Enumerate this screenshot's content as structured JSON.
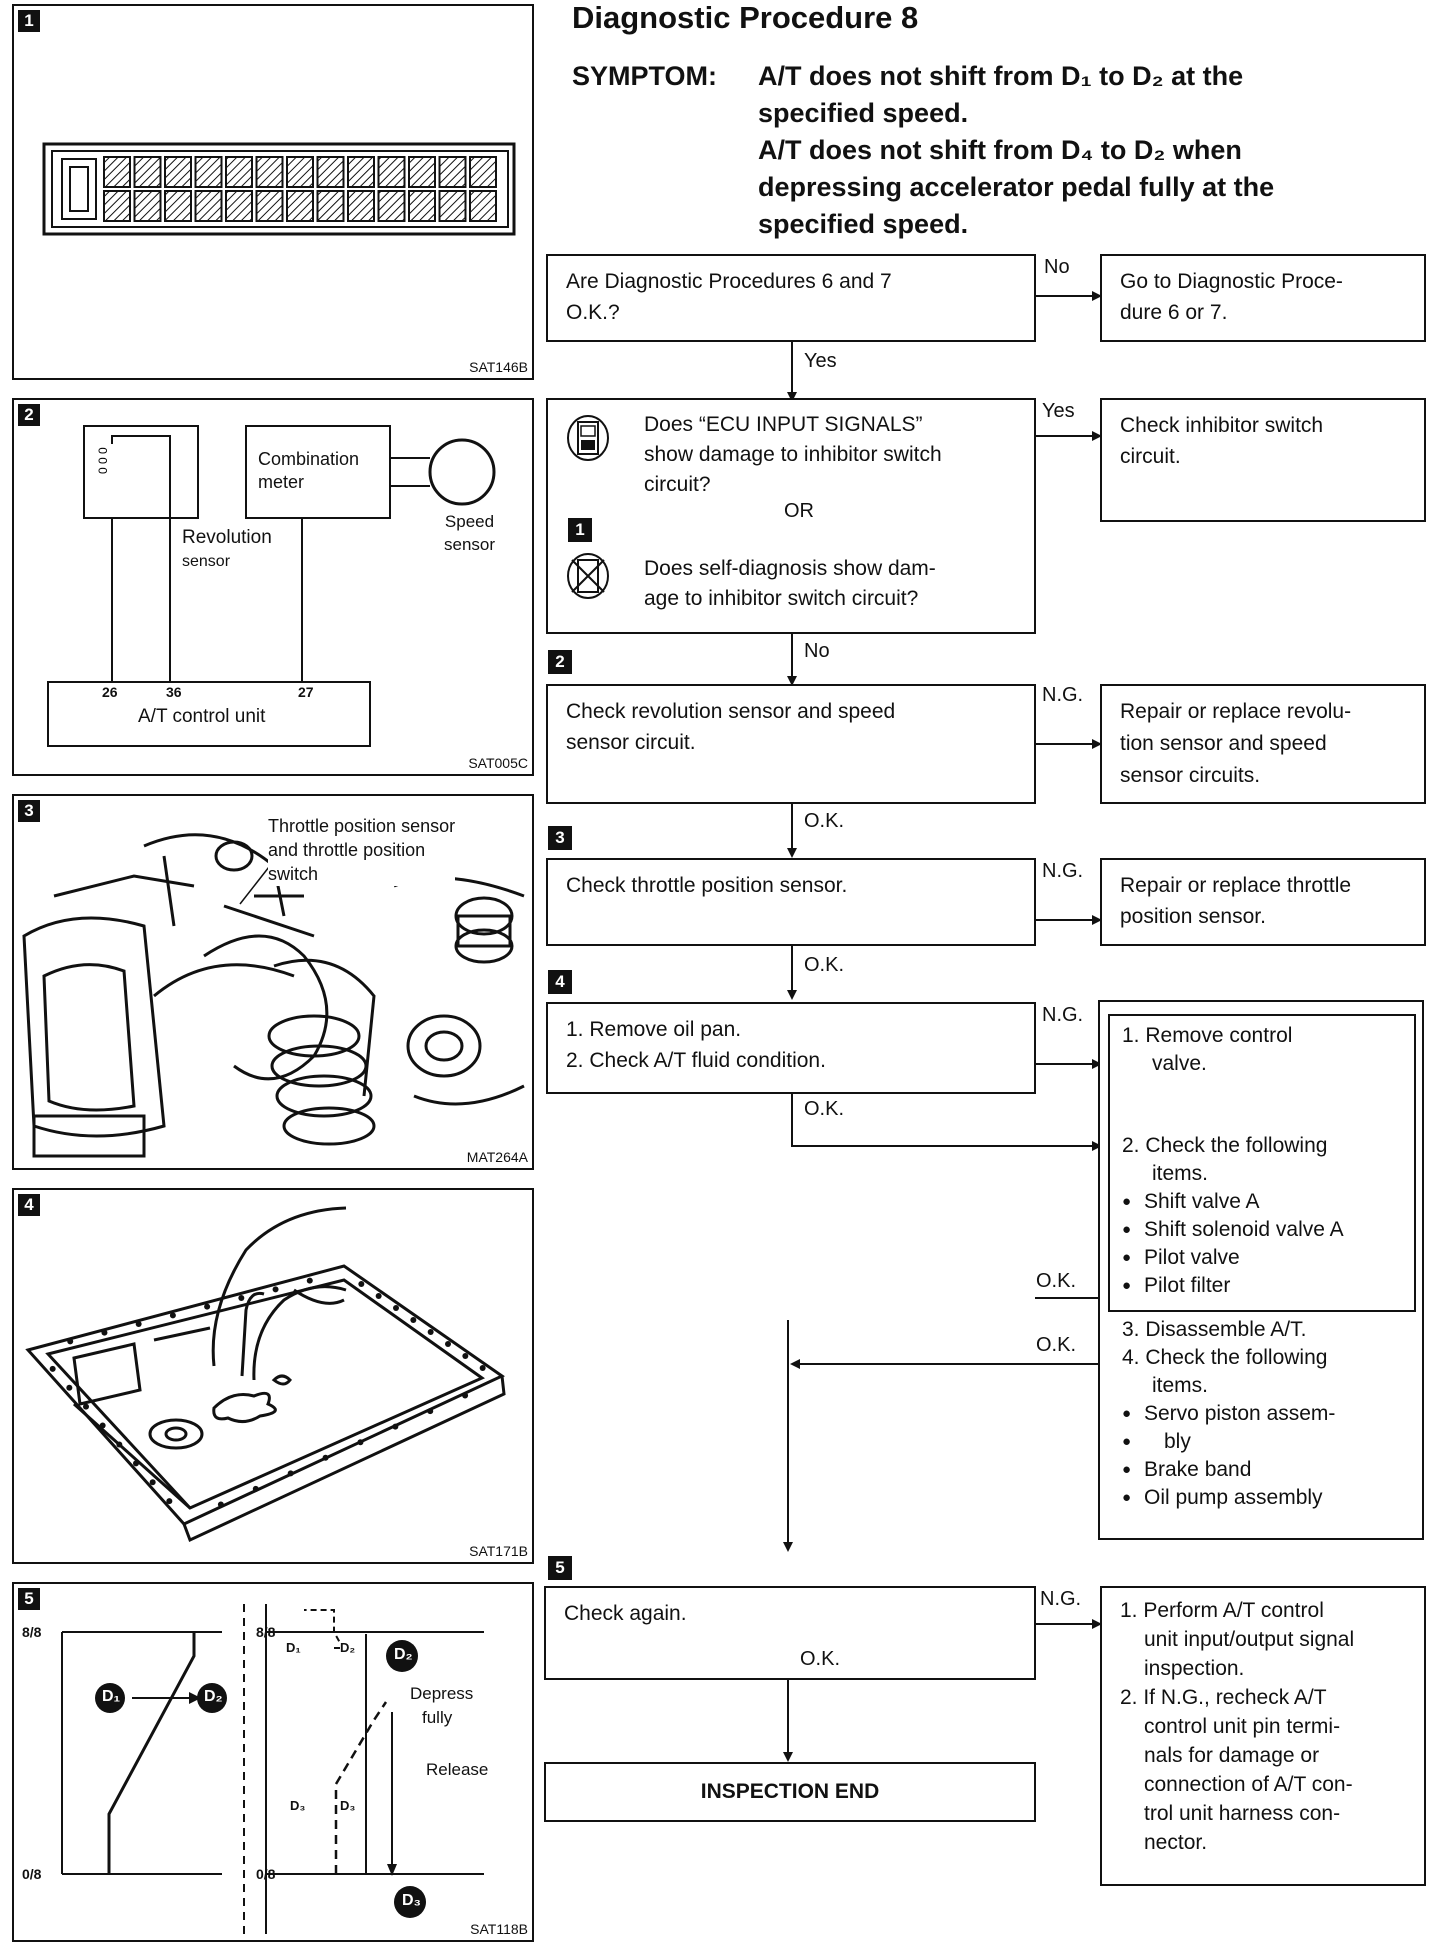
{
  "title": "Diagnostic Procedure 8",
  "symptom": {
    "label": "SYMPTOM:",
    "lines": [
      "A/T does not shift from D₁ to D₂ at the",
      "specified speed.",
      "A/T does not shift from D₄ to D₂ when",
      "depressing accelerator pedal fully at the",
      "specified speed."
    ]
  },
  "panels": {
    "p1": {
      "num": "1",
      "code": "SAT146B"
    },
    "p2": {
      "num": "2",
      "code": "SAT005C",
      "combination_meter": [
        "Combination",
        "meter"
      ],
      "speed_sensor": [
        "Speed",
        "sensor"
      ],
      "revolution_sensor": [
        "Revolution",
        "sensor"
      ],
      "control_unit": "A/T control unit",
      "pins": [
        "26",
        "36",
        "27"
      ]
    },
    "p3": {
      "num": "3",
      "code": "MAT264A",
      "label": [
        "Throttle position sensor",
        "and throttle position",
        "switch"
      ]
    },
    "p4": {
      "num": "4",
      "code": "SAT171B"
    },
    "p5": {
      "num": "5",
      "code": "SAT118B",
      "top_left": "8/8",
      "bottom_left": "0/8",
      "top_right": "8/8",
      "bottom_right": "0/8",
      "d1": "D₁",
      "d2": "D₂",
      "d3": "D₃",
      "depress": [
        "Depress",
        "fully"
      ],
      "release": "Release"
    }
  },
  "flow": {
    "q1": [
      "Are Diagnostic Procedures 6 and 7",
      "O.K.?"
    ],
    "q1_no": "No",
    "q1_no_box": [
      "Go to Diagnostic Proce-",
      "dure 6 or 7."
    ],
    "q1_yes": "Yes",
    "q2": [
      "Does “ECU INPUT SIGNALS”",
      "show damage to inhibitor switch",
      "circuit?"
    ],
    "q2_or": "OR",
    "q2_step": "1",
    "q2b": [
      "Does self-diagnosis show dam-",
      "age to inhibitor switch circuit?"
    ],
    "q2_yes": "Yes",
    "q2_yes_box": [
      "Check inhibitor switch",
      "circuit."
    ],
    "q2_no": "No",
    "s2_num": "2",
    "s2": [
      "Check revolution sensor and speed",
      "sensor circuit."
    ],
    "s2_ng": "N.G.",
    "s2_ng_box": [
      "Repair or replace revolu-",
      "tion sensor and speed",
      "sensor circuits."
    ],
    "s2_ok": "O.K.",
    "s3_num": "3",
    "s3": "Check throttle position sensor.",
    "s3_ng": "N.G.",
    "s3_ng_box": [
      "Repair or replace throttle",
      "position sensor."
    ],
    "s3_ok": "O.K.",
    "s4_num": "4",
    "s4": [
      "1. Remove oil pan.",
      "2. Check A/T fluid condition."
    ],
    "s4_ng": "N.G.",
    "s4_ok": "O.K.",
    "big_box": {
      "item1": [
        "1. Remove control",
        "valve."
      ],
      "item2": [
        "2. Check the following",
        "items."
      ],
      "list1": [
        "Shift valve A",
        "Shift solenoid valve A",
        "Pilot valve",
        "Pilot filter"
      ],
      "item3": "3. Disassemble A/T.",
      "item4": [
        "4. Check the following",
        "items."
      ],
      "list2": [
        "Servo piston assem-",
        "bly",
        "Brake band",
        "Oil pump assembly"
      ]
    },
    "big_ok1": "O.K.",
    "big_ok2": "O.K.",
    "s5_num": "5",
    "s5": "Check again.",
    "s5_ng": "N.G.",
    "s5_ng_box": [
      "1. Perform A/T control",
      "unit input/output signal",
      "inspection.",
      "2. If N.G., recheck A/T",
      "control unit pin termi-",
      "nals for damage or",
      "connection of A/T con-",
      "trol unit harness con-",
      "nector."
    ],
    "s5_ok": "O.K.",
    "end": "INSPECTION END"
  }
}
